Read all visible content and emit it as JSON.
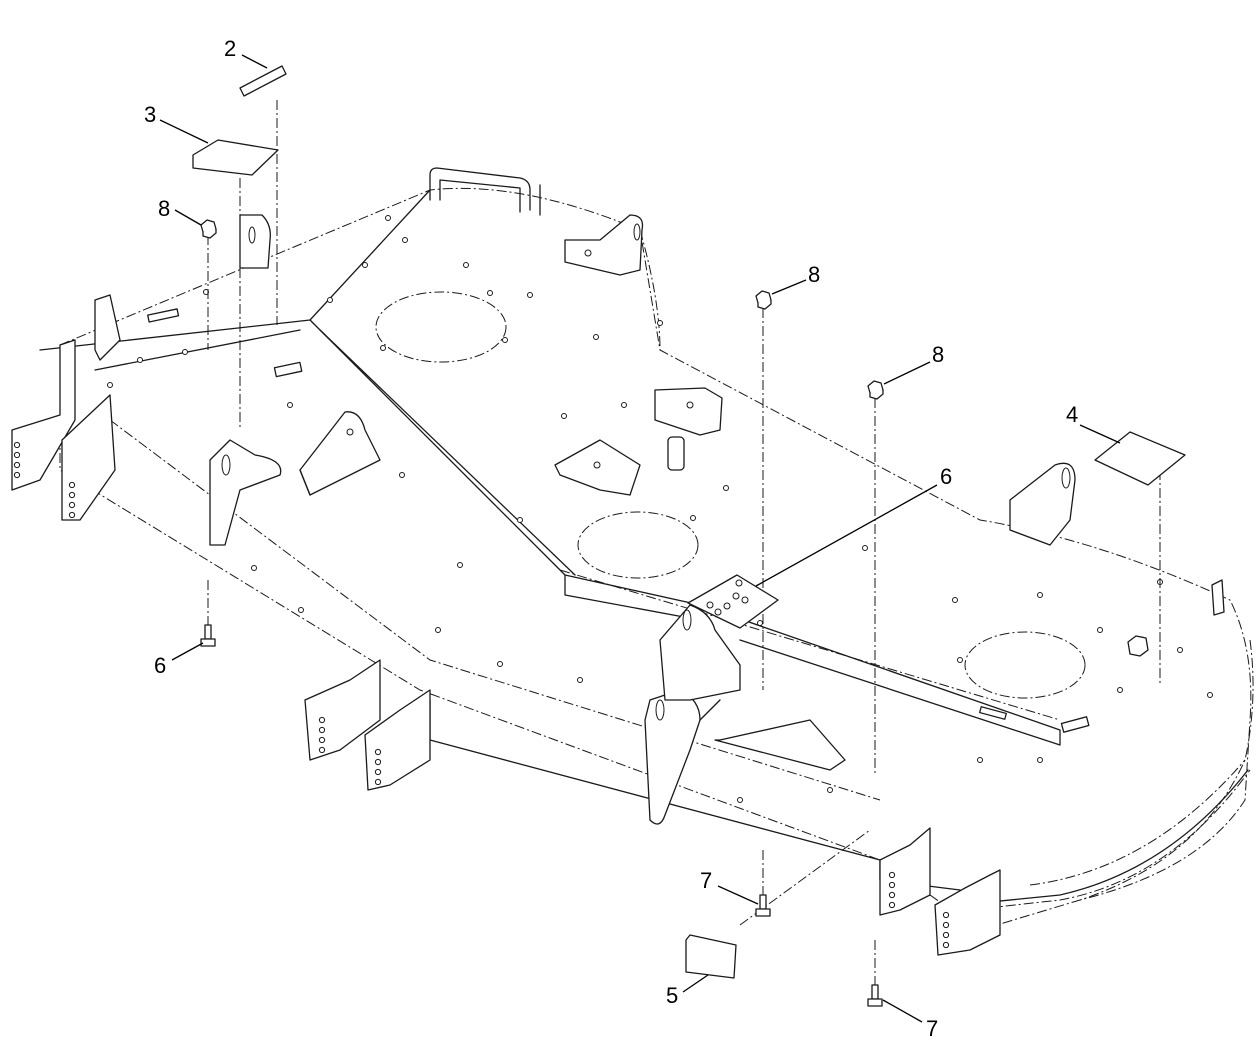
{
  "callouts": [
    {
      "id": "callout-2",
      "text": "2"
    },
    {
      "id": "callout-3",
      "text": "3"
    },
    {
      "id": "callout-8a",
      "text": "8"
    },
    {
      "id": "callout-8b",
      "text": "8"
    },
    {
      "id": "callout-8c",
      "text": "8"
    },
    {
      "id": "callout-4",
      "text": "4"
    },
    {
      "id": "callout-6a",
      "text": "6"
    },
    {
      "id": "callout-6b",
      "text": "6"
    },
    {
      "id": "callout-7a",
      "text": "7"
    },
    {
      "id": "callout-7b",
      "text": "7"
    },
    {
      "id": "callout-5",
      "text": "5"
    }
  ]
}
